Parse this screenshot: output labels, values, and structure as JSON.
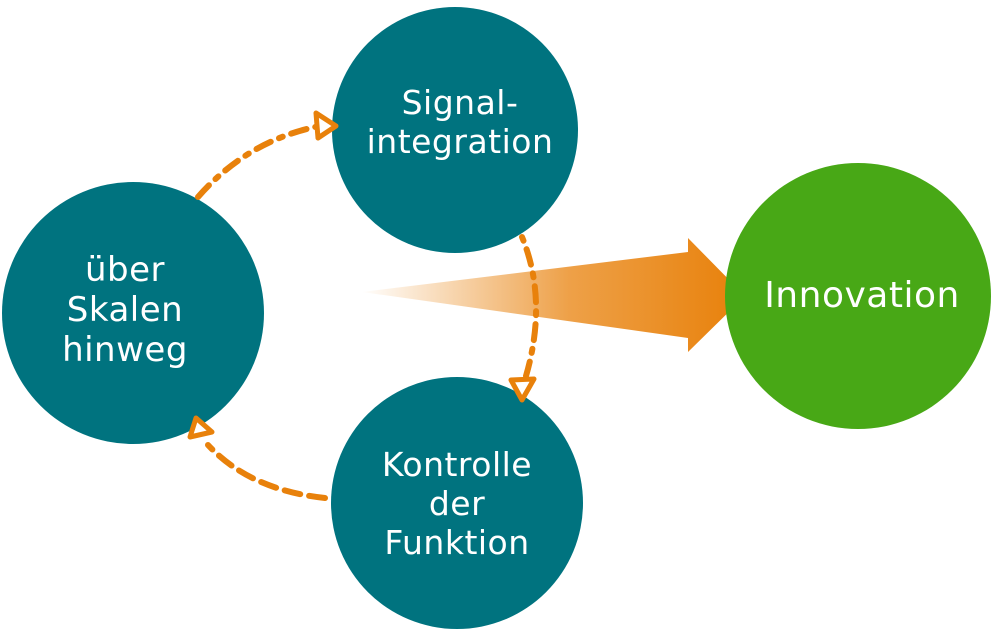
{
  "nodes": {
    "signal": {
      "line1": "Signal-",
      "line2": "integration"
    },
    "skalen": {
      "line1": "über",
      "line2": "Skalen",
      "line3": "hinweg"
    },
    "kontrolle": {
      "line1": "Kontrolle",
      "line2": "der",
      "line3": "Funktion"
    },
    "innovation": {
      "label": "Innovation"
    }
  },
  "colors": {
    "teal": "#00737F",
    "green": "#48A816",
    "orange": "#E8810B"
  }
}
